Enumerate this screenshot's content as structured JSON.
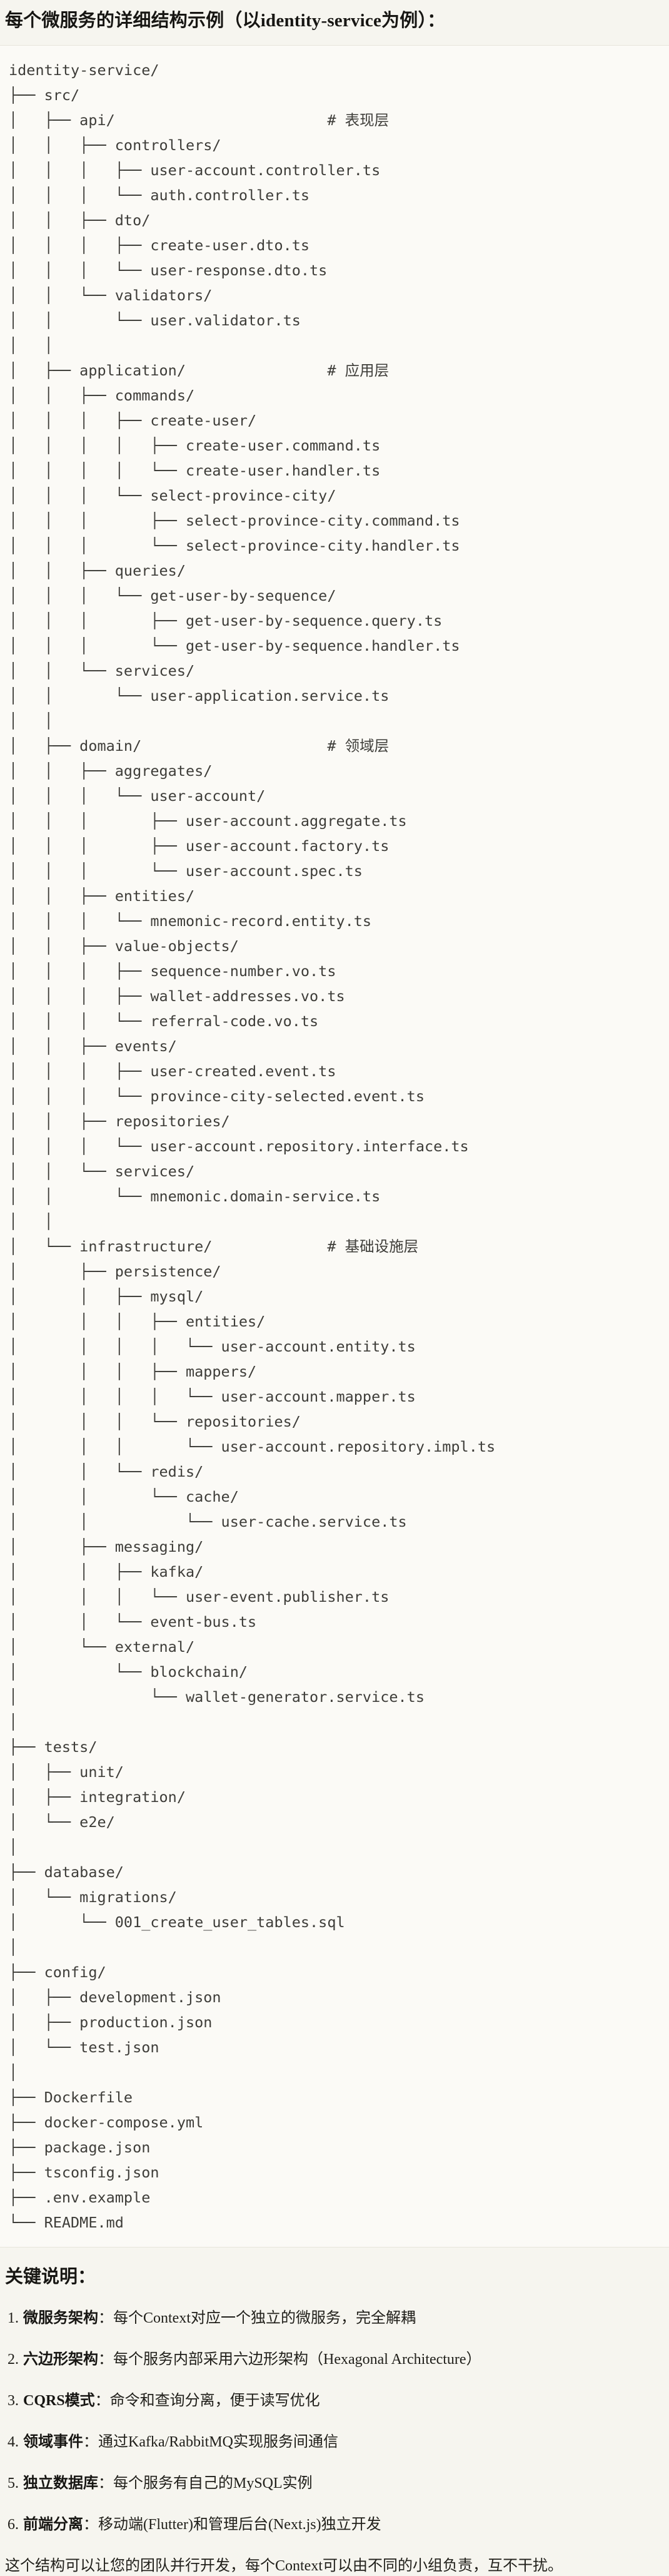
{
  "page": {
    "title": "每个微服务的详细结构示例（以identity-service为例）："
  },
  "code_block": {
    "tree_lines": [
      "identity-service/",
      "├── src/",
      "│   ├── api/                        # 表现层",
      "│   │   ├── controllers/",
      "│   │   │   ├── user-account.controller.ts",
      "│   │   │   └── auth.controller.ts",
      "│   │   ├── dto/",
      "│   │   │   ├── create-user.dto.ts",
      "│   │   │   └── user-response.dto.ts",
      "│   │   └── validators/",
      "│   │       └── user.validator.ts",
      "│   │",
      "│   ├── application/                # 应用层",
      "│   │   ├── commands/",
      "│   │   │   ├── create-user/",
      "│   │   │   │   ├── create-user.command.ts",
      "│   │   │   │   └── create-user.handler.ts",
      "│   │   │   └── select-province-city/",
      "│   │   │       ├── select-province-city.command.ts",
      "│   │   │       └── select-province-city.handler.ts",
      "│   │   ├── queries/",
      "│   │   │   └── get-user-by-sequence/",
      "│   │   │       ├── get-user-by-sequence.query.ts",
      "│   │   │       └── get-user-by-sequence.handler.ts",
      "│   │   └── services/",
      "│   │       └── user-application.service.ts",
      "│   │",
      "│   ├── domain/                     # 领域层",
      "│   │   ├── aggregates/",
      "│   │   │   └── user-account/",
      "│   │   │       ├── user-account.aggregate.ts",
      "│   │   │       ├── user-account.factory.ts",
      "│   │   │       └── user-account.spec.ts",
      "│   │   ├── entities/",
      "│   │   │   └── mnemonic-record.entity.ts",
      "│   │   ├── value-objects/",
      "│   │   │   ├── sequence-number.vo.ts",
      "│   │   │   ├── wallet-addresses.vo.ts",
      "│   │   │   └── referral-code.vo.ts",
      "│   │   ├── events/",
      "│   │   │   ├── user-created.event.ts",
      "│   │   │   └── province-city-selected.event.ts",
      "│   │   ├── repositories/",
      "│   │   │   └── user-account.repository.interface.ts",
      "│   │   └── services/",
      "│   │       └── mnemonic.domain-service.ts",
      "│   │",
      "│   └── infrastructure/             # 基础设施层",
      "│       ├── persistence/",
      "│       │   ├── mysql/",
      "│       │   │   ├── entities/",
      "│       │   │   │   └── user-account.entity.ts",
      "│       │   │   ├── mappers/",
      "│       │   │   │   └── user-account.mapper.ts",
      "│       │   │   └── repositories/",
      "│       │   │       └── user-account.repository.impl.ts",
      "│       │   └── redis/",
      "│       │       └── cache/",
      "│       │           └── user-cache.service.ts",
      "│       ├── messaging/",
      "│       │   ├── kafka/",
      "│       │   │   └── user-event.publisher.ts",
      "│       │   └── event-bus.ts",
      "│       └── external/",
      "│           └── blockchain/",
      "│               └── wallet-generator.service.ts",
      "│",
      "├── tests/",
      "│   ├── unit/",
      "│   ├── integration/",
      "│   └── e2e/",
      "│",
      "├── database/",
      "│   └── migrations/",
      "│       └── 001_create_user_tables.sql",
      "│",
      "├── config/",
      "│   ├── development.json",
      "│   ├── production.json",
      "│   └── test.json",
      "│",
      "├── Dockerfile",
      "├── docker-compose.yml",
      "├── package.json",
      "├── tsconfig.json",
      "├── .env.example",
      "└── README.md"
    ]
  },
  "notes": {
    "heading": "关键说明：",
    "items": [
      {
        "num": "1.",
        "term": "微服务架构",
        "desc": "：每个Context对应一个独立的微服务，完全解耦"
      },
      {
        "num": "2.",
        "term": "六边形架构",
        "desc": "：每个服务内部采用六边形架构（Hexagonal Architecture）"
      },
      {
        "num": "3.",
        "term": "CQRS模式",
        "desc": "：命令和查询分离，便于读写优化"
      },
      {
        "num": "4.",
        "term": "领域事件",
        "desc": "：通过Kafka/RabbitMQ实现服务间通信"
      },
      {
        "num": "5.",
        "term": "独立数据库",
        "desc": "：每个服务有自己的MySQL实例"
      },
      {
        "num": "6.",
        "term": "前端分离",
        "desc": "：移动端(Flutter)和管理后台(Next.js)独立开发"
      }
    ],
    "closing": "这个结构可以让您的团队并行开发，每个Context可以由不同的小组负责，互不干扰。"
  }
}
